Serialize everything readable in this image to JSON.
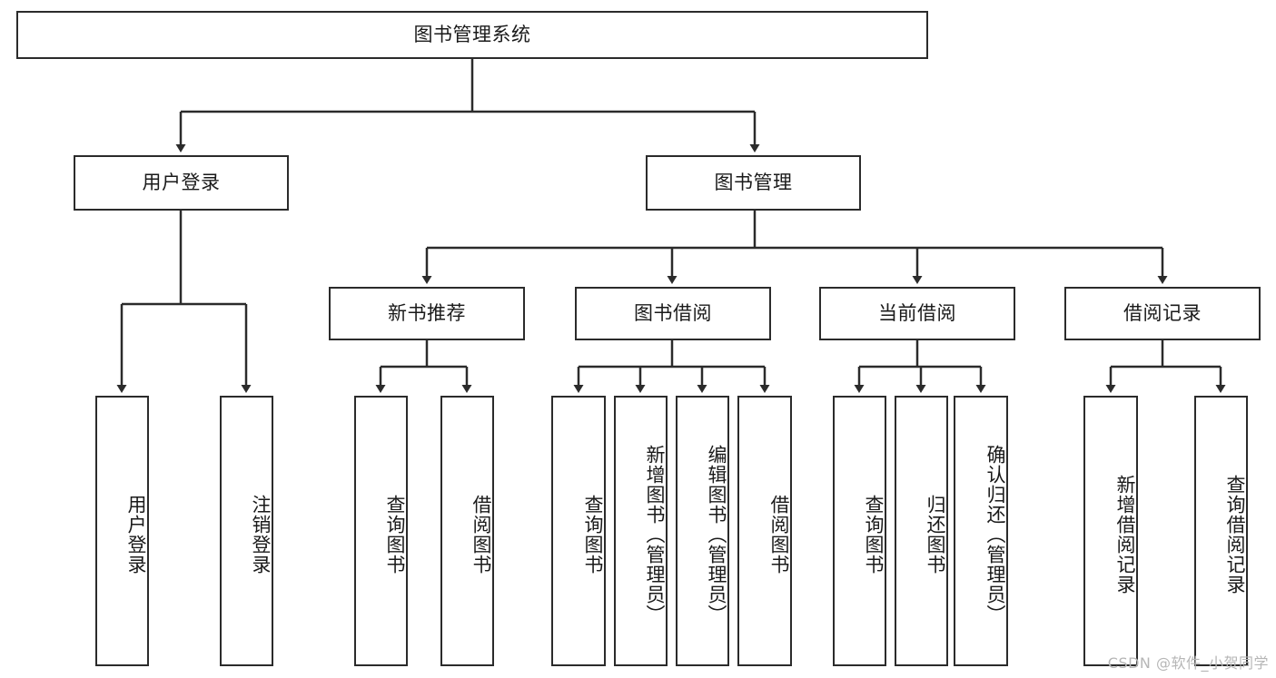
{
  "diagram": {
    "title": "图书管理系统",
    "type": "tree-hierarchy",
    "watermark": "CSDN @软件_小贺同学",
    "colors": {
      "stroke": "#2b2b2b",
      "fill": "#ffffff",
      "text": "#1a1a1a",
      "watermark": "#b6b6b6"
    },
    "nodes": {
      "root": {
        "label": "图书管理系统",
        "orientation": "horizontal"
      },
      "level2": [
        {
          "id": "user-login",
          "label": "用户登录",
          "orientation": "horizontal"
        },
        {
          "id": "book-manage",
          "label": "图书管理",
          "orientation": "horizontal"
        }
      ],
      "level3": [
        {
          "id": "new-book-recommend",
          "label": "新书推荐",
          "orientation": "horizontal"
        },
        {
          "id": "book-borrow",
          "label": "图书借阅",
          "orientation": "horizontal"
        },
        {
          "id": "current-borrow",
          "label": "当前借阅",
          "orientation": "horizontal"
        },
        {
          "id": "borrow-record",
          "label": "借阅记录",
          "orientation": "horizontal"
        }
      ],
      "leaves": [
        {
          "id": "leaf-user-login",
          "label": "用户登录",
          "parent": "user-login",
          "orientation": "vertical"
        },
        {
          "id": "leaf-user-logout",
          "label": "注销登录",
          "parent": "user-login",
          "orientation": "vertical"
        },
        {
          "id": "leaf-query-book-1",
          "label": "查询图书",
          "parent": "new-book-recommend",
          "orientation": "vertical"
        },
        {
          "id": "leaf-borrow-book-1",
          "label": "借阅图书",
          "parent": "new-book-recommend",
          "orientation": "vertical"
        },
        {
          "id": "leaf-query-book-2",
          "label": "查询图书",
          "parent": "book-borrow",
          "orientation": "vertical"
        },
        {
          "id": "leaf-add-book",
          "label": "新增图书（管理员）",
          "parent": "book-borrow",
          "orientation": "vertical"
        },
        {
          "id": "leaf-edit-book",
          "label": "编辑图书（管理员）",
          "parent": "book-borrow",
          "orientation": "vertical"
        },
        {
          "id": "leaf-borrow-book-2",
          "label": "借阅图书",
          "parent": "book-borrow",
          "orientation": "vertical"
        },
        {
          "id": "leaf-query-book-3",
          "label": "查询图书",
          "parent": "current-borrow",
          "orientation": "vertical"
        },
        {
          "id": "leaf-return-book",
          "label": "归还图书",
          "parent": "current-borrow",
          "orientation": "vertical"
        },
        {
          "id": "leaf-confirm-return",
          "label": "确认归还（管理员）",
          "parent": "current-borrow",
          "orientation": "vertical"
        },
        {
          "id": "leaf-add-record",
          "label": "新增借阅记录",
          "parent": "borrow-record",
          "orientation": "vertical"
        },
        {
          "id": "leaf-query-record",
          "label": "查询借阅记录",
          "parent": "borrow-record",
          "orientation": "vertical"
        }
      ]
    }
  }
}
